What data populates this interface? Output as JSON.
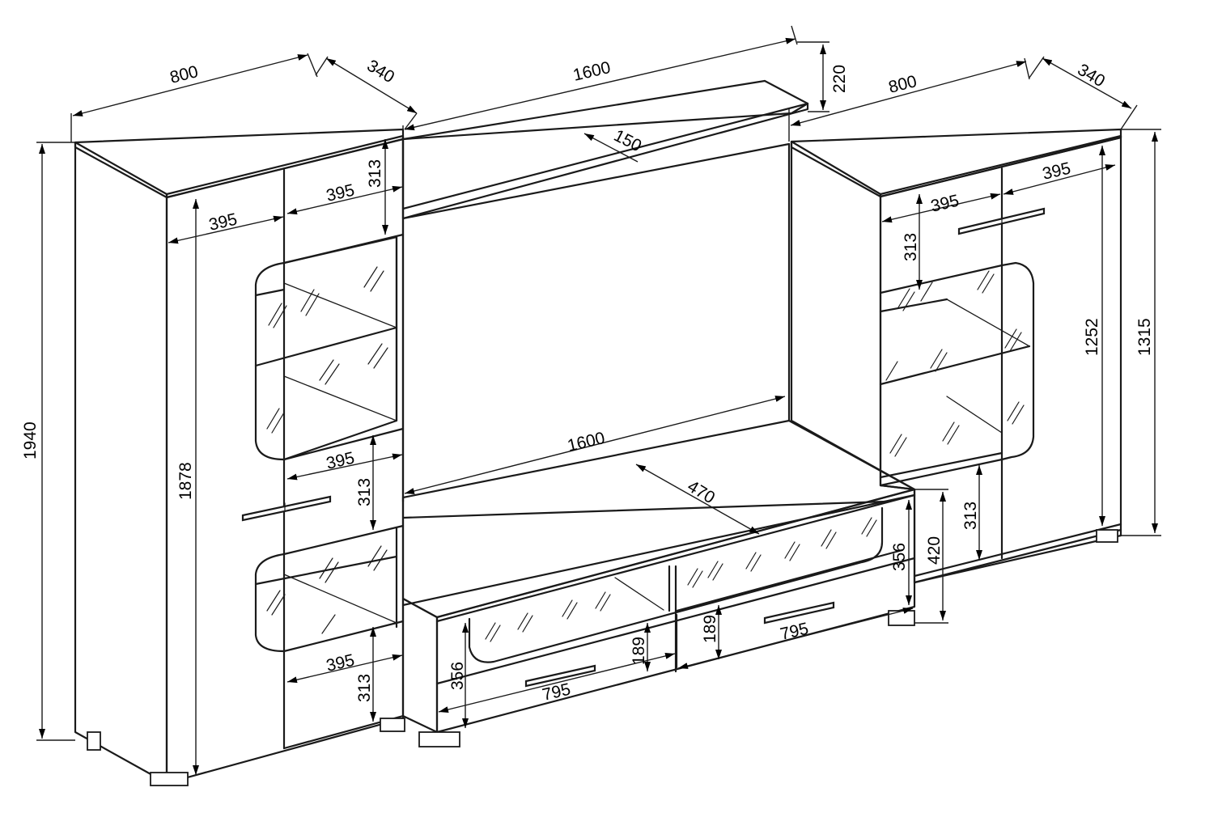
{
  "left_cabinet": {
    "width": "800",
    "depth": "340",
    "height": "1940",
    "door_height": "1878",
    "upper_door_width": "395",
    "upper_top_width": "395",
    "upper_top_height": "313",
    "mid_width": "395",
    "mid_height": "313",
    "low_width": "395",
    "low_height": "313"
  },
  "top_shelf": {
    "width": "1600",
    "depth": "150",
    "height": "220"
  },
  "tv_stand": {
    "width": "1600",
    "depth": "470",
    "height": "420",
    "inner_height": "356",
    "front_height": "356",
    "drawer_left_width": "795",
    "drawer_left_height": "189",
    "drawer_right_width": "795",
    "drawer_right_height": "189"
  },
  "right_cabinet": {
    "width": "800",
    "depth": "340",
    "height": "1315",
    "door_height": "1252",
    "top_left_width": "395",
    "top_right_width": "395",
    "top_height": "313",
    "bottom_height": "313"
  }
}
